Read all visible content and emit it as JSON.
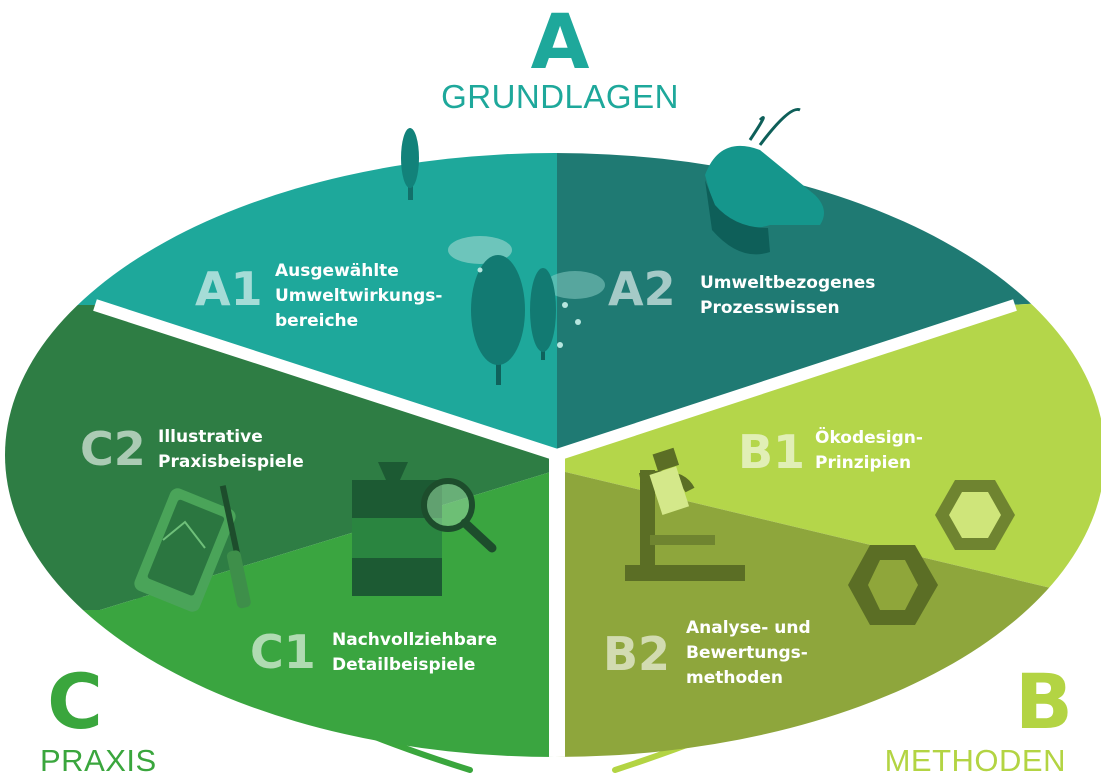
{
  "sections": {
    "A": {
      "letter": "A",
      "title": "GRUNDLAGEN",
      "color": "#1ea89b"
    },
    "B": {
      "letter": "B",
      "title": "METHODEN",
      "color": "#b3d443"
    },
    "C": {
      "letter": "C",
      "title": "PRAXIS",
      "color": "#3aa63d"
    }
  },
  "segments": {
    "A1": {
      "code": "A1",
      "lines": [
        "Ausgewählte",
        "Umweltwirkungs-",
        "bereiche"
      ],
      "color": "#1ea89b"
    },
    "A2": {
      "code": "A2",
      "lines": [
        "Umweltbezogenes",
        "Prozesswissen"
      ],
      "color": "#1f7a73"
    },
    "B1": {
      "code": "B1",
      "lines": [
        "Ökodesign-",
        "Prinzipien"
      ],
      "color": "#b4d64a"
    },
    "B2": {
      "code": "B2",
      "lines": [
        "Analyse- und",
        "Bewertungs-",
        "methoden"
      ],
      "color": "#8ea63c"
    },
    "C1": {
      "code": "C1",
      "lines": [
        "Nachvollziehbare",
        "Detailbeispiele"
      ],
      "color": "#3aa540"
    },
    "C2": {
      "code": "C2",
      "lines": [
        "Illustrative",
        "Praxisbeispiele"
      ],
      "color": "#2e7d44"
    }
  }
}
